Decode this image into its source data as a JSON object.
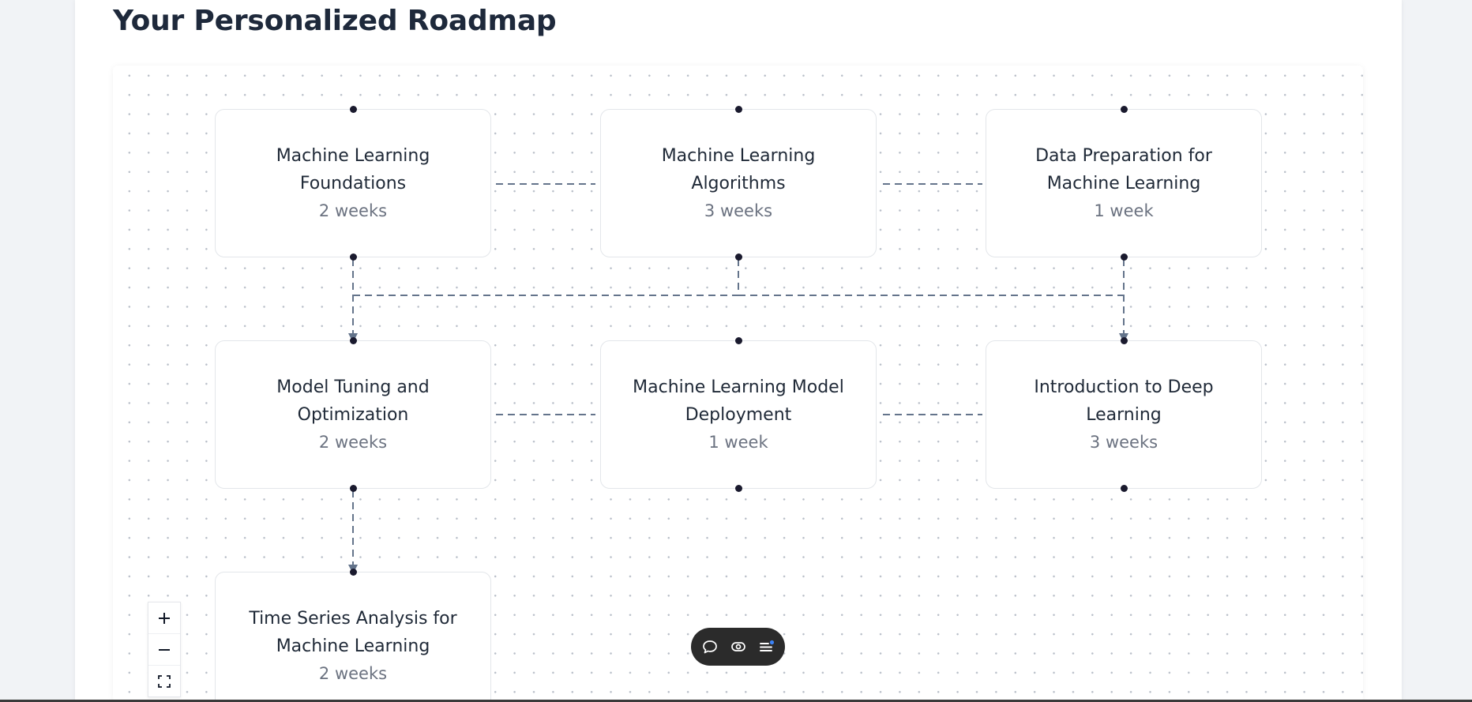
{
  "page": {
    "title": "Your Personalized Roadmap"
  },
  "roadmap": {
    "nodes": [
      {
        "title": "Machine Learning Foundations",
        "duration": "2 weeks"
      },
      {
        "title": "Machine Learning Algorithms",
        "duration": "3 weeks"
      },
      {
        "title": "Data Preparation for Machine Learning",
        "duration": "1 week"
      },
      {
        "title": "Model Tuning and Optimization",
        "duration": "2 weeks"
      },
      {
        "title": "Machine Learning Model Deployment",
        "duration": "1 week"
      },
      {
        "title": "Introduction to Deep Learning",
        "duration": "3 weeks"
      },
      {
        "title": "Time Series Analysis for Machine Learning",
        "duration": "2 weeks"
      }
    ]
  },
  "controls": {
    "zoom_in_icon": "plus-icon",
    "zoom_out_icon": "minus-icon",
    "fit_view_icon": "fullscreen-icon"
  },
  "toolbar": {
    "icons": [
      "chat-bubble-icon",
      "eye-icon",
      "list-menu-icon"
    ],
    "badge_color": "#3b82f6"
  },
  "colors": {
    "edge": "#64748b",
    "handle": "#1a1a2e",
    "title": "#1e293b"
  }
}
